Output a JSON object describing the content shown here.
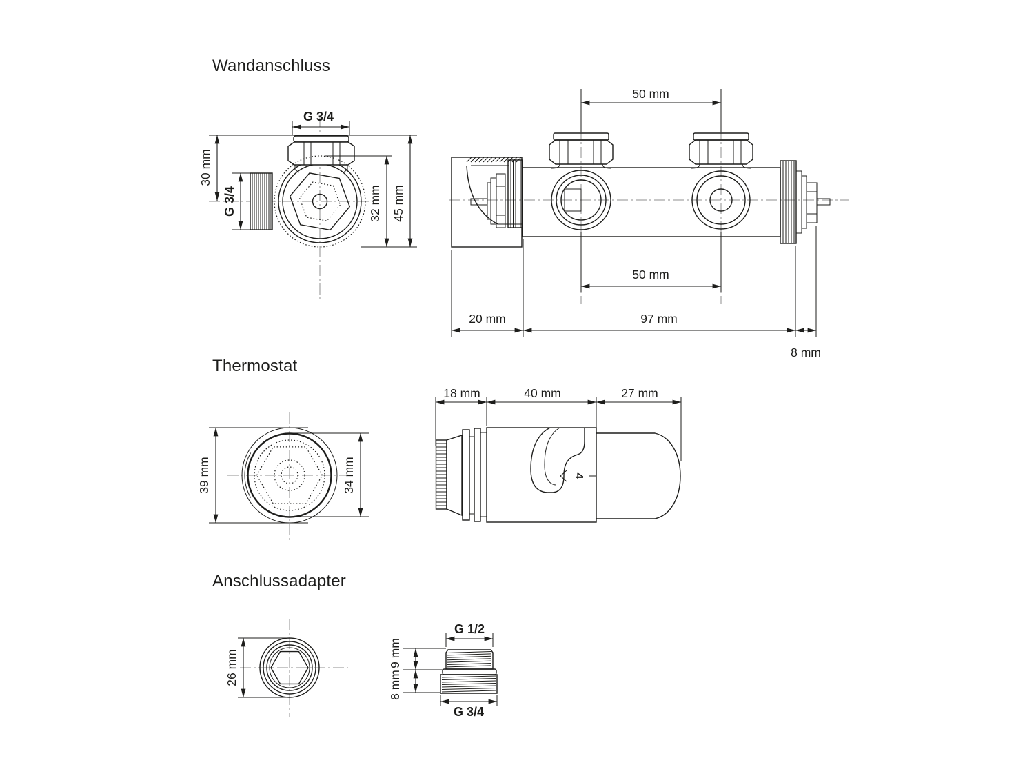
{
  "colors": {
    "line": "#1d1d1b",
    "centerline": "#8f8f8f",
    "background": "#ffffff"
  },
  "sections": {
    "wandanschluss": {
      "title": "Wandanschluss",
      "front": {
        "thread_top": "G 3/4",
        "thread_side": "G 3/4",
        "offset_center": "30 mm",
        "thread_od": "32 mm",
        "body_od": "45 mm"
      },
      "side": {
        "port_spacing_top": "50 mm",
        "port_spacing_bottom": "50 mm",
        "wall_cover_depth": "20 mm",
        "body_length": "97 mm",
        "spindle_length": "8 mm"
      }
    },
    "thermostat": {
      "title": "Thermostat",
      "front": {
        "outer_diameter": "39 mm",
        "collar_diameter": "34 mm"
      },
      "side": {
        "collar_length": "18 mm",
        "body_length": "40 mm",
        "cap_length": "27 mm",
        "setting_mark": "4"
      }
    },
    "anschlussadapter": {
      "title": "Anschlussadapter",
      "front": {
        "outer_diameter": "26 mm"
      },
      "side": {
        "thread_top": "G 1/2",
        "height_top": "9 mm",
        "height_bottom": "8 mm",
        "thread_bottom": "G 3/4"
      }
    }
  }
}
